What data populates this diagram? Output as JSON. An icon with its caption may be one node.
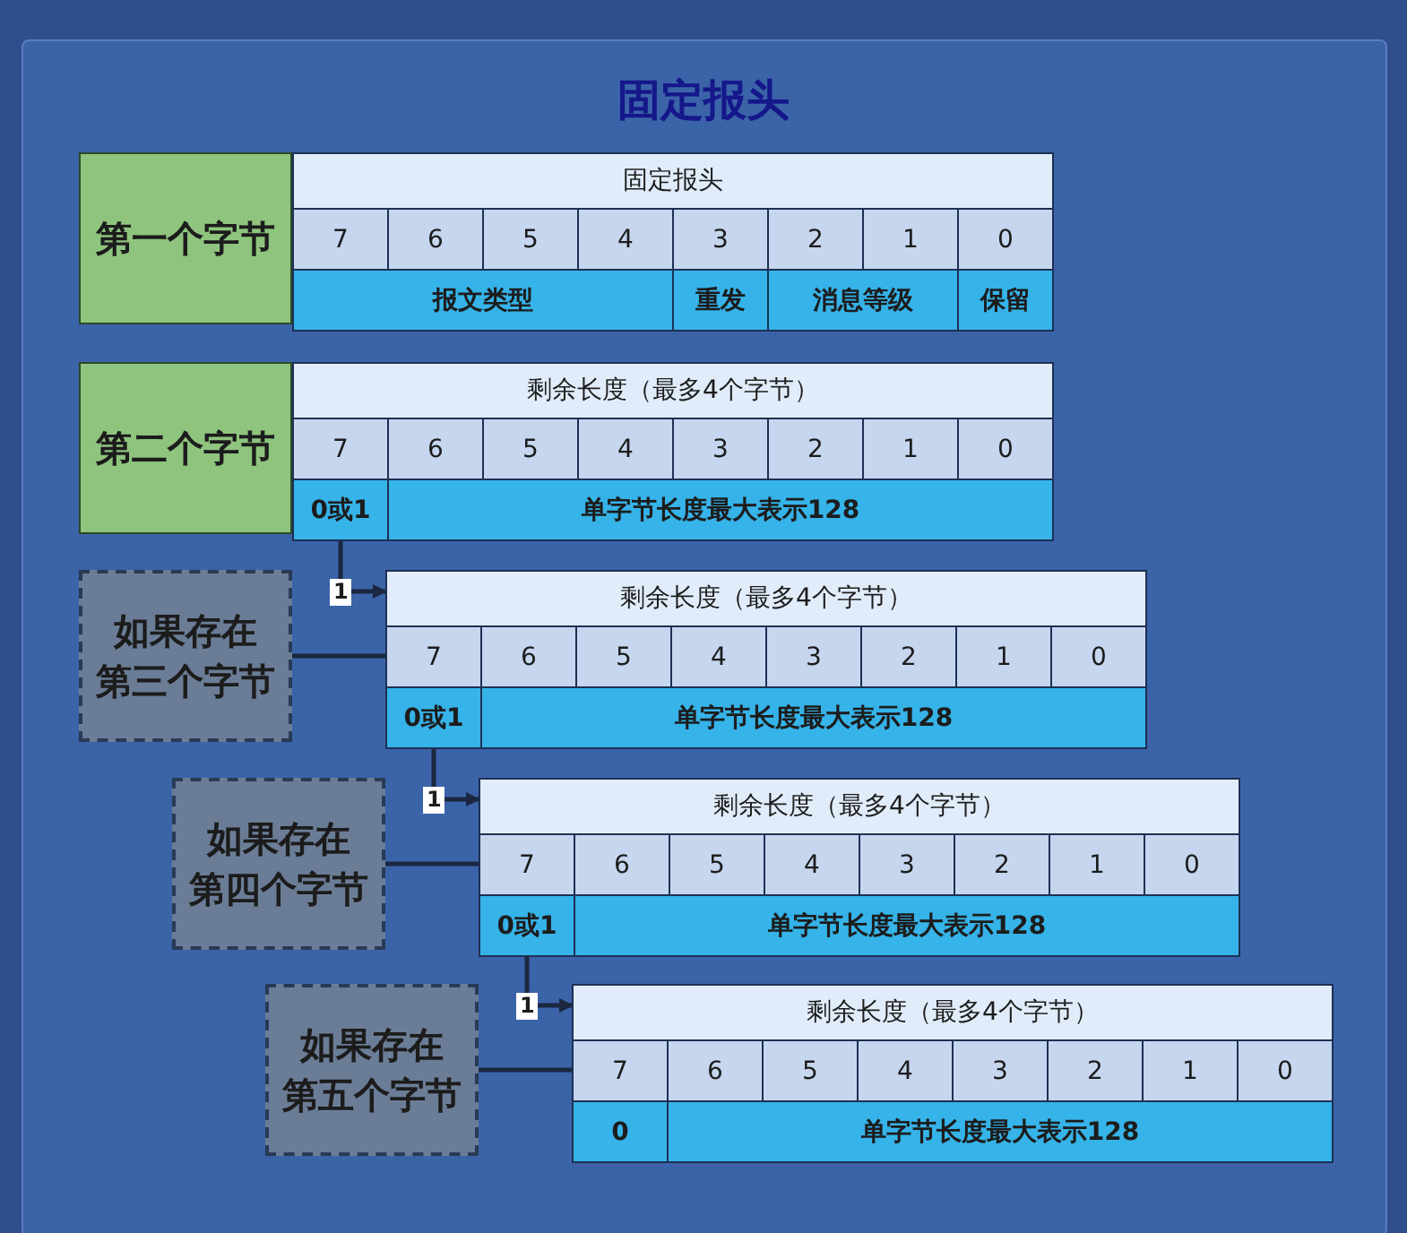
{
  "diagram": {
    "title": "固定报头",
    "nodes": [
      {
        "text": [
          "第一个字节"
        ]
      },
      {
        "text": [
          "固定报头",
          "7",
          "6",
          "5",
          "4",
          "3",
          "2",
          "1",
          "0",
          "报文类型",
          "重发",
          "消息等级",
          "保留"
        ]
      },
      {
        "text": [
          "第二个字节"
        ]
      },
      {
        "text": [
          "剩余长度（最多4个字节）",
          "7",
          "6",
          "5",
          "4",
          "3",
          "2",
          "1",
          "0",
          "单字节长度最大表示128"
        ]
      },
      {
        "text": [
          "0或1"
        ],
        "in": 3
      },
      {
        "text": [
          "如果存在第三个字节"
        ]
      },
      {
        "text": [
          "剩余长度（最多4个字节）",
          "7",
          "6",
          "5",
          "4",
          "3",
          "2",
          "1",
          "0",
          "单字节长度最大表示128"
        ]
      },
      {
        "text": [
          "0或1"
        ],
        "in": 6
      },
      {
        "text": [
          "如果存在第四个字节"
        ]
      },
      {
        "text": [
          "剩余长度（最多4个字节）",
          "7",
          "6",
          "5",
          "4",
          "3",
          "2",
          "1",
          "0",
          "单字节长度最大表示128"
        ]
      },
      {
        "text": [
          "0或1"
        ],
        "in": 9
      },
      {
        "text": [
          "如果存在第五个字节"
        ]
      },
      {
        "text": [
          "剩余长度（最多4个字节）",
          "7",
          "6",
          "5",
          "4",
          "3",
          "2",
          "1",
          "0",
          "单字节长度最大表示128"
        ]
      },
      {
        "text": [
          "0"
        ],
        "in": 12
      }
    ],
    "edges": [
      {
        "from": 4,
        "to": 6,
        "arrow": "to",
        "label": "1"
      },
      {
        "from": 5,
        "to": 6,
        "arrow": "none"
      },
      {
        "from": 7,
        "to": 9,
        "arrow": "to",
        "label": "1"
      },
      {
        "from": 8,
        "to": 9,
        "arrow": "none"
      },
      {
        "from": 10,
        "to": 12,
        "arrow": "to",
        "label": "1"
      },
      {
        "from": 11,
        "to": 12,
        "arrow": "none"
      }
    ]
  }
}
